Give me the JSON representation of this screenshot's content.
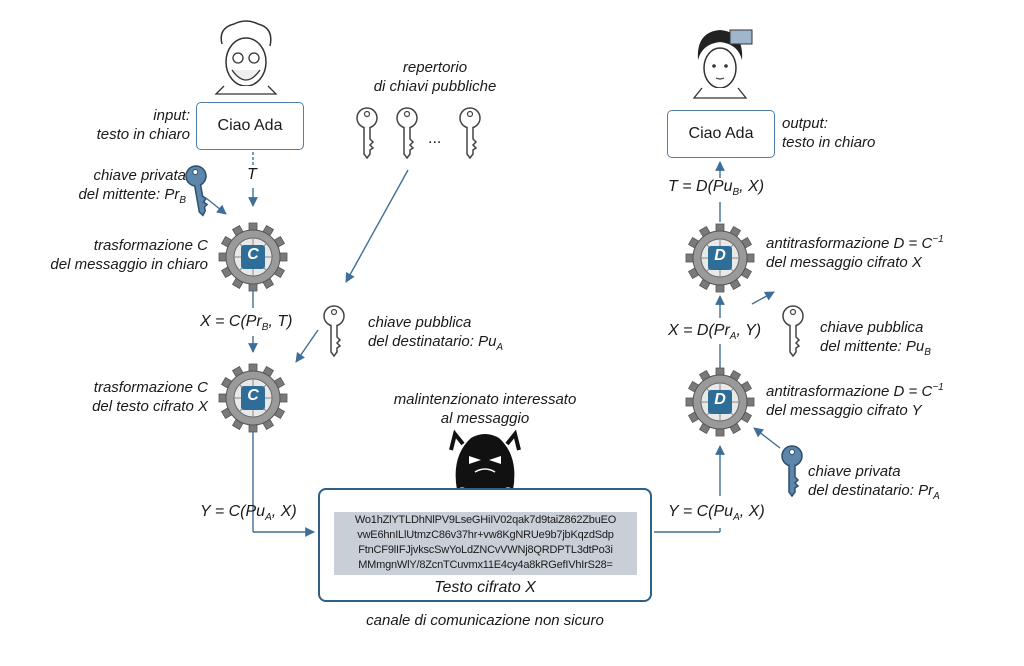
{
  "sender": {
    "input_label_1": "input:",
    "input_label_2": "testo in chiaro",
    "plaintext": "Ciao Ada",
    "t_label": "T",
    "private_key_label_1": "chiave privata",
    "private_key_label_2": "del mittente: Pr",
    "private_key_sub": "B",
    "transform1_label_1": "trasformazione C",
    "transform1_label_2": "del messaggio in chiaro",
    "gear_letter": "C",
    "x_formula_pre": "X = C(Pr",
    "x_formula_sub": "B",
    "x_formula_post": ", T)",
    "transform2_label_1": "trasformazione C",
    "transform2_label_2": "del testo cifrato X",
    "y_formula_pre": "Y = C(Pu",
    "y_formula_sub": "A",
    "y_formula_post": ", X)"
  },
  "repository": {
    "label_1": "repertorio",
    "label_2": "di chiavi pubbliche",
    "ellipsis": "...",
    "public_key_label_1": "chiave pubblica",
    "public_key_label_2": "del destinatario: Pu",
    "public_key_sub": "A"
  },
  "attacker": {
    "label_1": "malintenzionato interessato",
    "label_2": "al messaggio"
  },
  "channel": {
    "cipher_lines": [
      "Wo1hZlYTLDhNlPV9LseGHiIV02qak7d9taiZ862ZbuEO",
      "vwE6hnILlUtmzC86v37hr+vw8KgNRUe9b7jbKqzdSdp",
      "FtnCF9lIFJjvkscSwYoLdZNCvVWNj8QRDPTL3dtPo3i",
      "MMmgnWlY/8ZcnTCuvmx11E4cy4a8kRGefIVhIrS28="
    ],
    "caption": "Testo cifrato X",
    "footer": "canale di comunicazione non sicuro"
  },
  "receiver": {
    "output_label_1": "output:",
    "output_label_2": "testo in chiaro",
    "plaintext": "Ciao Ada",
    "t_formula_pre": "T = D(Pu",
    "t_formula_sub": "B",
    "t_formula_post": ", X)",
    "anti1_label_1": "antitrasformazione D = C",
    "anti1_sup": "−1",
    "anti1_label_2": "del messaggio cifrato X",
    "gear_letter": "D",
    "x_formula_pre": "X = D(Pr",
    "x_formula_sub": "A",
    "x_formula_post": ", Y)",
    "public_key_label_1": "chiave pubblica",
    "public_key_label_2": "del mittente: Pu",
    "public_key_sub": "B",
    "anti2_label_1": "antitrasformazione D = C",
    "anti2_sup": "−1",
    "anti2_label_2": "del messaggio cifrato Y",
    "private_key_label_1": "chiave privata",
    "private_key_label_2": "del destinatario: Pr",
    "private_key_sub": "A",
    "y_formula_pre": "Y = C(Pu",
    "y_formula_sub": "A",
    "y_formula_post": ", X)"
  },
  "colors": {
    "line": "#3f6f96",
    "box_border": "#4f7ea6",
    "gear": "#6f6f6f",
    "gear_core": "#2f6d99",
    "cipher_bg": "#c9cfd6",
    "key_fill": "#5d86aa"
  }
}
